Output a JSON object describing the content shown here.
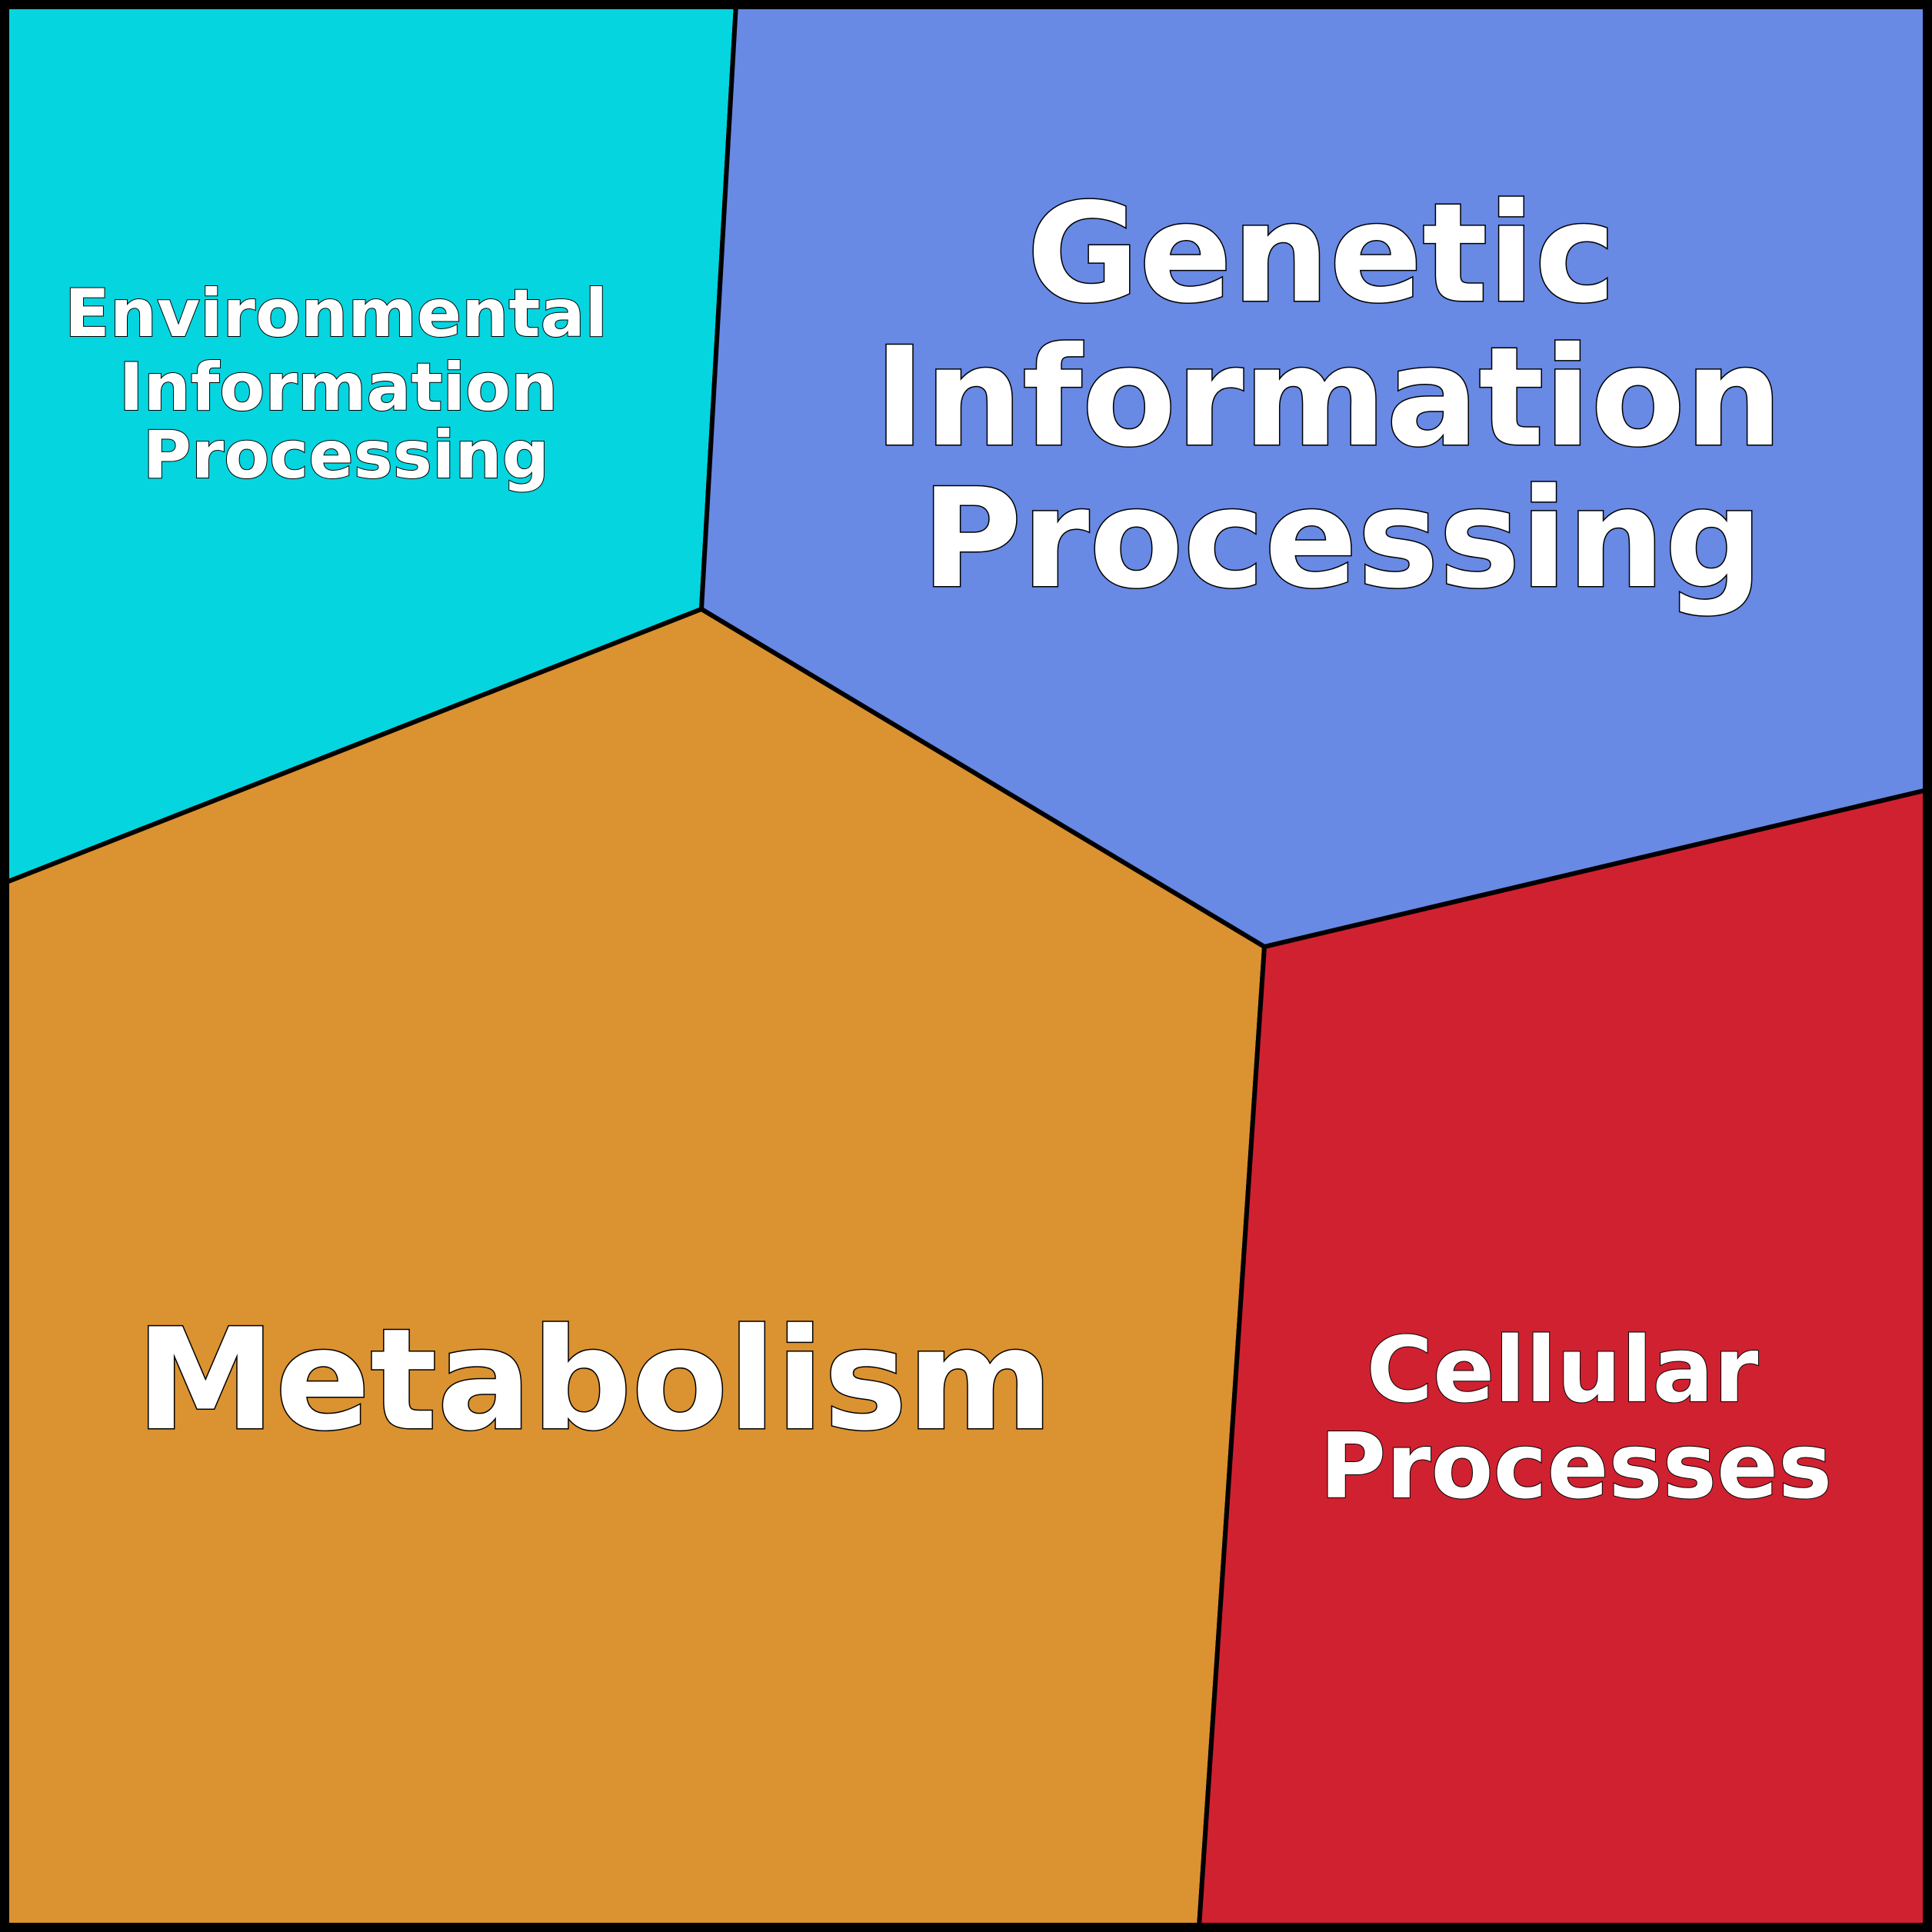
{
  "diagram": {
    "regions": [
      {
        "id": "environmental",
        "color": "#05d5df",
        "lines": [
          "Environmental",
          "Information",
          "Processing"
        ]
      },
      {
        "id": "genetic",
        "color": "#6889e4",
        "lines": [
          "Genetic",
          "Information",
          "Processing"
        ]
      },
      {
        "id": "metabolism",
        "color": "#db9230",
        "lines": [
          "Metabolism"
        ]
      },
      {
        "id": "cellular",
        "color": "#d02131",
        "lines": [
          "Cellular",
          "Processes"
        ]
      }
    ]
  }
}
